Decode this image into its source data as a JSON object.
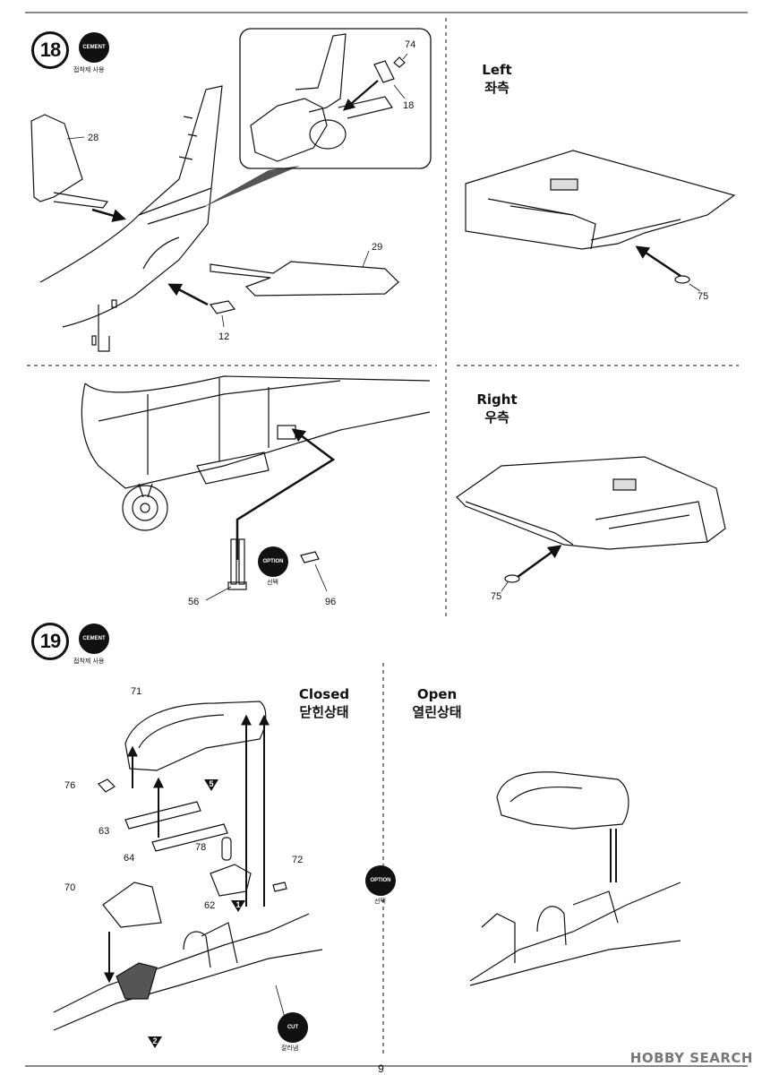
{
  "steps": {
    "s18": {
      "number": "18",
      "badge": "CEMENT",
      "badge_sub": "접착제 사용"
    },
    "s19": {
      "number": "19",
      "badge": "CEMENT",
      "badge_sub": "접착제 사용"
    }
  },
  "views": {
    "left": {
      "en": "Left",
      "ko": "좌측"
    },
    "right": {
      "en": "Right",
      "ko": "우측"
    },
    "closed": {
      "en": "Closed",
      "ko": "닫힌상태"
    },
    "open": {
      "en": "Open",
      "ko": "열린상태"
    }
  },
  "option_badges": [
    {
      "label": "OPTION",
      "sub": "선택"
    },
    {
      "label": "OPTION",
      "sub": "선택"
    }
  ],
  "cut_badge": {
    "label": "CUT",
    "sub": "잘라냄"
  },
  "part_numbers": {
    "p74": "74",
    "p18": "18",
    "p28": "28",
    "p29": "29",
    "p12": "12",
    "p75a": "75",
    "p75b": "75",
    "p56": "56",
    "p96": "96",
    "p71": "71",
    "p76": "76",
    "p63": "63",
    "p64": "64",
    "p78": "78",
    "p62": "62",
    "p72": "72",
    "p70": "70"
  },
  "markers": {
    "m5": "5",
    "m1": "1",
    "m2": "2"
  },
  "page_number": "9",
  "watermark": "HOBBY SEARCH",
  "colors": {
    "ink": "#111111",
    "watermark": "#777777"
  }
}
